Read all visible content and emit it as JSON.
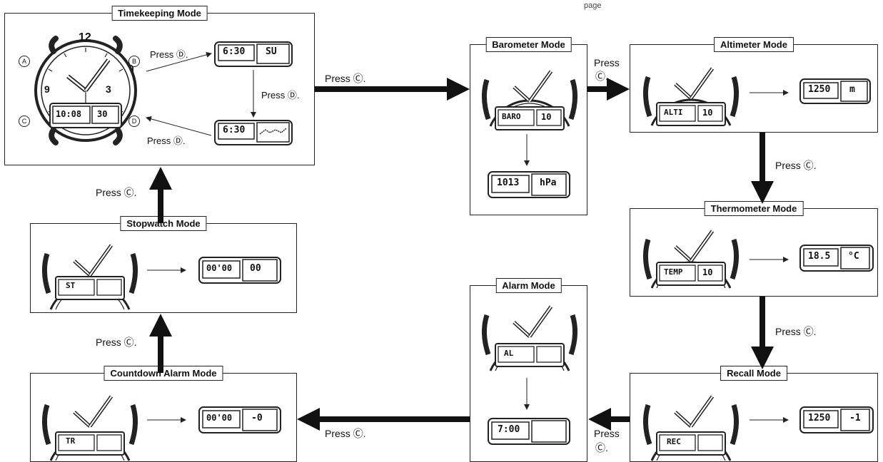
{
  "page_label": "page",
  "press_c": "Press Ⓒ.",
  "press_d": "Press Ⓓ.",
  "press_word": "Press",
  "c_symbol": "Ⓒ.",
  "modes": {
    "timekeeping": "Timekeeping Mode",
    "barometer": "Barometer Mode",
    "altimeter": "Altimeter Mode",
    "thermometer": "Thermometer Mode",
    "recall": "Recall Mode",
    "alarm": "Alarm Mode",
    "countdown": "Countdown Alarm Mode",
    "stopwatch": "Stopwatch Mode"
  },
  "buttons": {
    "a": "A",
    "b": "B",
    "c": "C",
    "d": "D"
  },
  "dial_numbers": {
    "twelve": "12",
    "nine": "9",
    "three": "3"
  },
  "displays": {
    "tk_watch_left": "10:08",
    "tk_watch_right": "30",
    "tk_d1_left": "6:30",
    "tk_d1_right": "SU",
    "tk_d2_left": "6:30",
    "baro_left": "BARO",
    "baro_right": "10",
    "baro_d_left": "1013",
    "baro_d_right": "hPa",
    "alti_left": "ALTI",
    "alti_right": "10",
    "alti_d_left": "1250",
    "alti_d_right": "m",
    "thermo_left": "TEMP",
    "thermo_right": "10",
    "thermo_d_left": "18.5",
    "thermo_d_right": "°C",
    "recall_left": "REC",
    "recall_d_left": "1250",
    "recall_d_right": "-1",
    "alarm_left": "AL",
    "alarm_d_left": "7:00",
    "cd_left": "TR",
    "cd_d_left": "00'00",
    "cd_d_right": "-0",
    "sw_left": "ST",
    "sw_d_left": "00'00",
    "sw_d_right": "00"
  }
}
